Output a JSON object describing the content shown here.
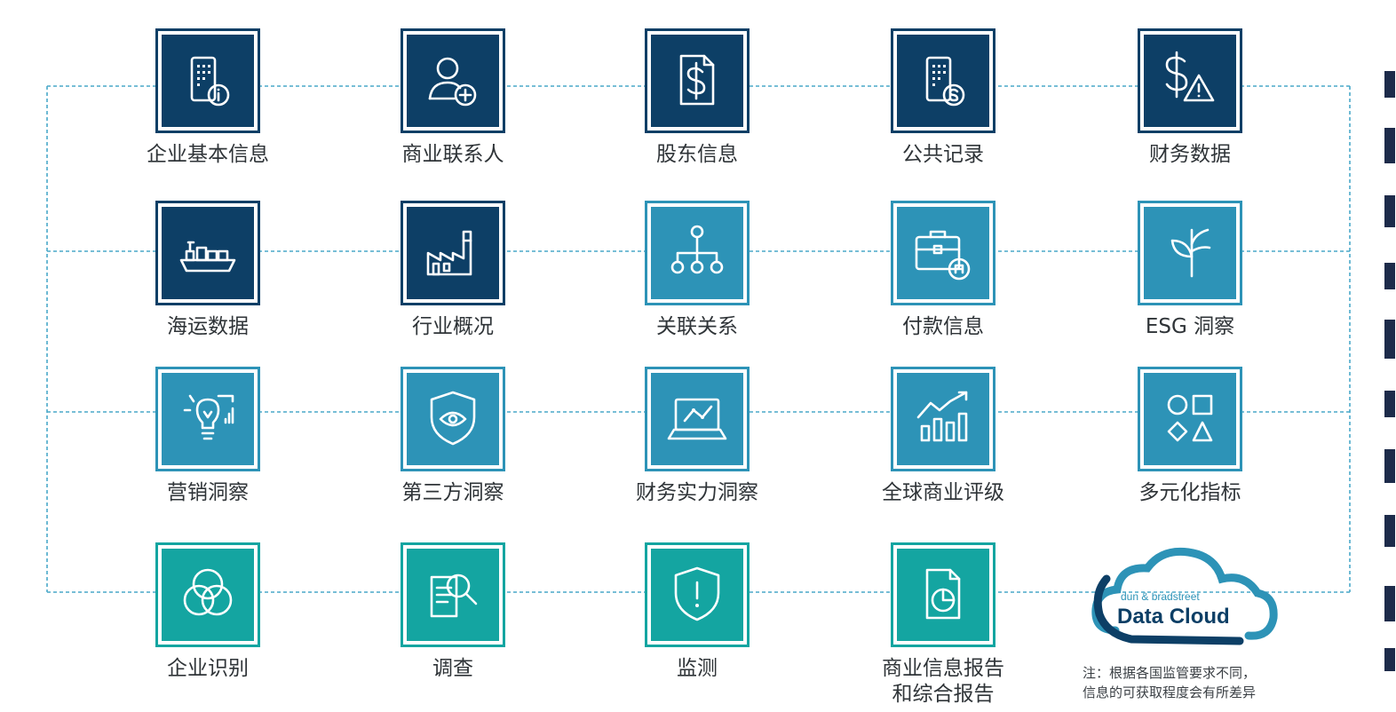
{
  "colors": {
    "dark": "#0d3f66",
    "mid": "#2d93b7",
    "teal": "#14a5a1",
    "line": "#4aa9c9",
    "text": "#2f3438"
  },
  "tiles": [
    {
      "label": "企业基本信息",
      "icon": "building-info-icon",
      "color": "dark"
    },
    {
      "label": "商业联系人",
      "icon": "add-contact-icon",
      "color": "dark"
    },
    {
      "label": "股东信息",
      "icon": "dollar-document-icon",
      "color": "dark"
    },
    {
      "label": "公共记录",
      "icon": "building-dollar-icon",
      "color": "dark"
    },
    {
      "label": "财务数据",
      "icon": "dollar-warning-icon",
      "color": "dark"
    },
    {
      "label": "海运数据",
      "icon": "cargo-ship-icon",
      "color": "dark"
    },
    {
      "label": "行业概况",
      "icon": "factory-icon",
      "color": "dark"
    },
    {
      "label": "关联关系",
      "icon": "hierarchy-icon",
      "color": "mid"
    },
    {
      "label": "付款信息",
      "icon": "briefcase-payment-icon",
      "color": "mid"
    },
    {
      "label": "ESG 洞察",
      "icon": "plant-icon",
      "color": "mid"
    },
    {
      "label": "营销洞察",
      "icon": "lightbulb-chart-icon",
      "color": "mid"
    },
    {
      "label": "第三方洞察",
      "icon": "shield-eye-icon",
      "color": "mid"
    },
    {
      "label": "财务实力洞察",
      "icon": "laptop-chart-icon",
      "color": "mid"
    },
    {
      "label": "全球商业评级",
      "icon": "bar-chart-trend-icon",
      "color": "mid"
    },
    {
      "label": "多元化指标",
      "icon": "shapes-icon",
      "color": "mid"
    },
    {
      "label": "企业识别",
      "icon": "venn-circles-icon",
      "color": "teal"
    },
    {
      "label": "调查",
      "icon": "document-search-icon",
      "color": "teal"
    },
    {
      "label": "监测",
      "icon": "shield-alert-icon",
      "color": "teal"
    },
    {
      "label": "商业信息报告\n和综合报告",
      "icon": "report-pie-icon",
      "color": "teal"
    }
  ],
  "logo": {
    "brand": "dun & bradstreet",
    "product": "Data Cloud",
    "icon": "cloud-logo-icon"
  },
  "note": "注：根据各国监管要求不同，\n信息的可获取程度会有所差异"
}
